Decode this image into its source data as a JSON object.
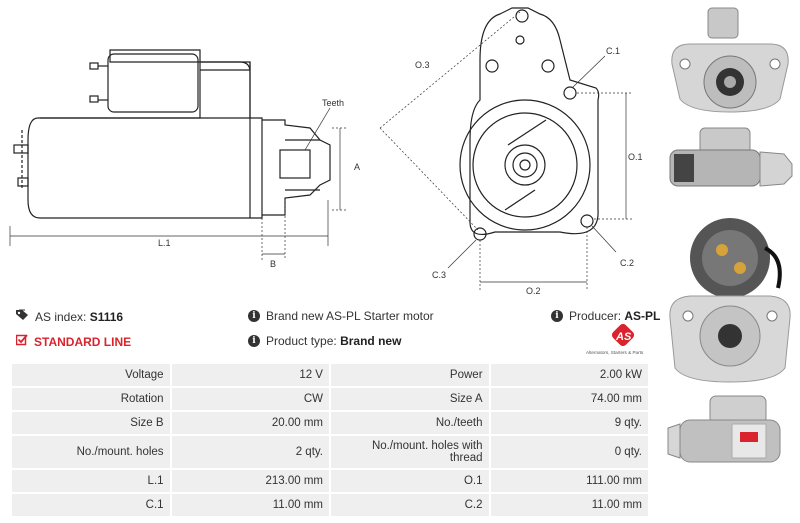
{
  "drawing": {
    "labels": {
      "teeth": "Teeth",
      "a": "A",
      "l1": "L.1",
      "b": "B",
      "o3": "O.3",
      "c1": "C.1",
      "o1": "O.1",
      "c2": "C.2",
      "c3": "C.3",
      "o2": "O.2"
    }
  },
  "info": {
    "as_index_label": "AS index:",
    "as_index_value": "S1116",
    "standard_line": "STANDARD LINE",
    "description": "Brand new AS-PL Starter motor",
    "product_type_label": "Product type:",
    "product_type_value": "Brand new",
    "producer_label": "Producer:",
    "producer_value": "AS-PL"
  },
  "logo": {
    "mark": "AS",
    "tagline": "Alternators, Starters & Parts"
  },
  "colors": {
    "brand_red": "#d9232d",
    "table_bg": "#efefef"
  },
  "specs": [
    [
      "Voltage",
      "12 V",
      "Power",
      "2.00 kW"
    ],
    [
      "Rotation",
      "CW",
      "Size A",
      "74.00 mm"
    ],
    [
      "Size B",
      "20.00 mm",
      "No./teeth",
      "9 qty."
    ],
    [
      "No./mount. holes",
      "2 qty.",
      "No./mount. holes with thread",
      "0 qty."
    ],
    [
      "L.1",
      "213.00 mm",
      "O.1",
      "111.00 mm"
    ],
    [
      "C.1",
      "11.00 mm",
      "C.2",
      "11.00 mm"
    ]
  ]
}
